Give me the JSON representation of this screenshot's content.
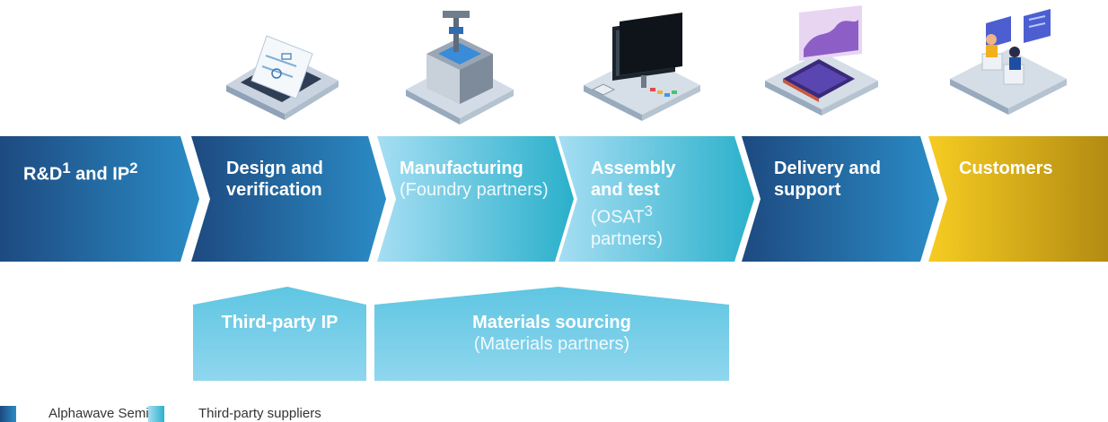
{
  "chevrons": [
    {
      "title_html": "R&D<sup>1</sup> and IP<sup>2</sup>",
      "sub": ""
    },
    {
      "title": "Design and verification",
      "sub": ""
    },
    {
      "title": "Manufacturing",
      "sub": "(Foundry partners)"
    },
    {
      "title_html": "Assembly and test",
      "sub_html": "(OSAT<sup>3</sup> partners)"
    },
    {
      "title": "Delivery and support",
      "sub": ""
    },
    {
      "title": "Customers",
      "sub": ""
    }
  ],
  "lower_blocks": [
    {
      "title": "Third-party IP",
      "sub": ""
    },
    {
      "title": "Materials sourcing",
      "sub": "(Materials partners)"
    }
  ],
  "legend": [
    {
      "label": "Alphawave Semi",
      "color": "#1f5e95"
    },
    {
      "label": "Third-party suppliers",
      "color": "#4fc2e0"
    }
  ],
  "colors": {
    "dark_blue_start": "#1f4f86",
    "dark_blue_end": "#2b8ac4",
    "light_blue_start": "#9ad9f0",
    "light_blue_end": "#2bb3cc",
    "gold_start": "#f4c81f",
    "gold_end": "#b38a10"
  },
  "icons": [
    "laptop-blueprint-icon",
    "factory-machine-icon",
    "test-equipment-icon",
    "chip-delivery-icon",
    "customers-icon"
  ]
}
